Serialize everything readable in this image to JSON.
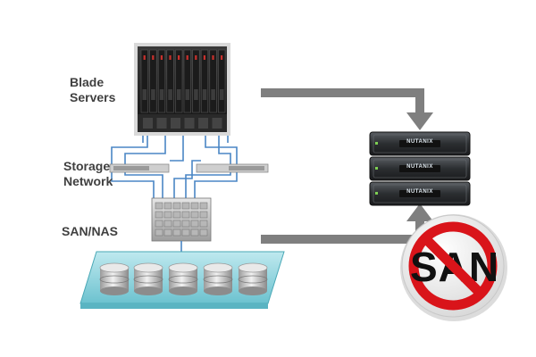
{
  "labels": {
    "blade_servers": "Blade\nServers",
    "storage_network": "Storage\nNetwork",
    "san_nas": "SAN/NAS"
  },
  "nodes": [
    {
      "logo": "NUTANIX"
    },
    {
      "logo": "NUTANIX"
    },
    {
      "logo": "NUTANIX"
    }
  ],
  "no_sign": {
    "text": "SAN",
    "icon": "prohibited-icon"
  },
  "colors": {
    "arrow": "#7f7f7f",
    "cable": "#4a86c5",
    "storage_tray": "#8fd2dc",
    "sign_red": "#d9141a",
    "label": "#404040"
  }
}
